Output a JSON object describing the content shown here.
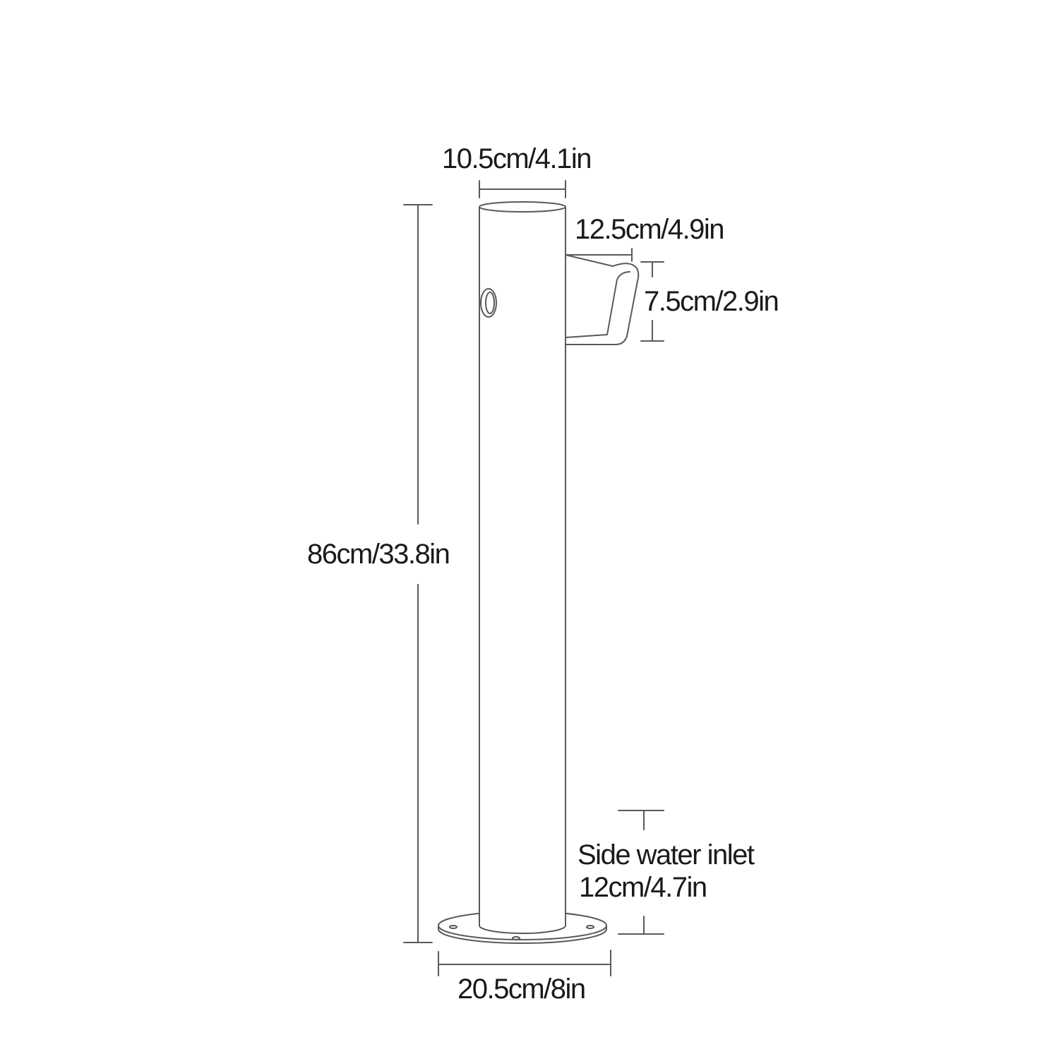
{
  "diagram": {
    "colors": {
      "background": "#ffffff",
      "line": "#5a5a5a",
      "text": "#1a1a1a"
    },
    "dimensions": {
      "top_width": "10.5cm/4.1in",
      "hook_depth": "12.5cm/4.9in",
      "hook_height": "7.5cm/2.9in",
      "total_height": "86cm/33.8in",
      "side_inlet_title": "Side water inlet",
      "side_inlet_height": "12cm/4.7in",
      "base_width": "20.5cm/8in"
    }
  }
}
